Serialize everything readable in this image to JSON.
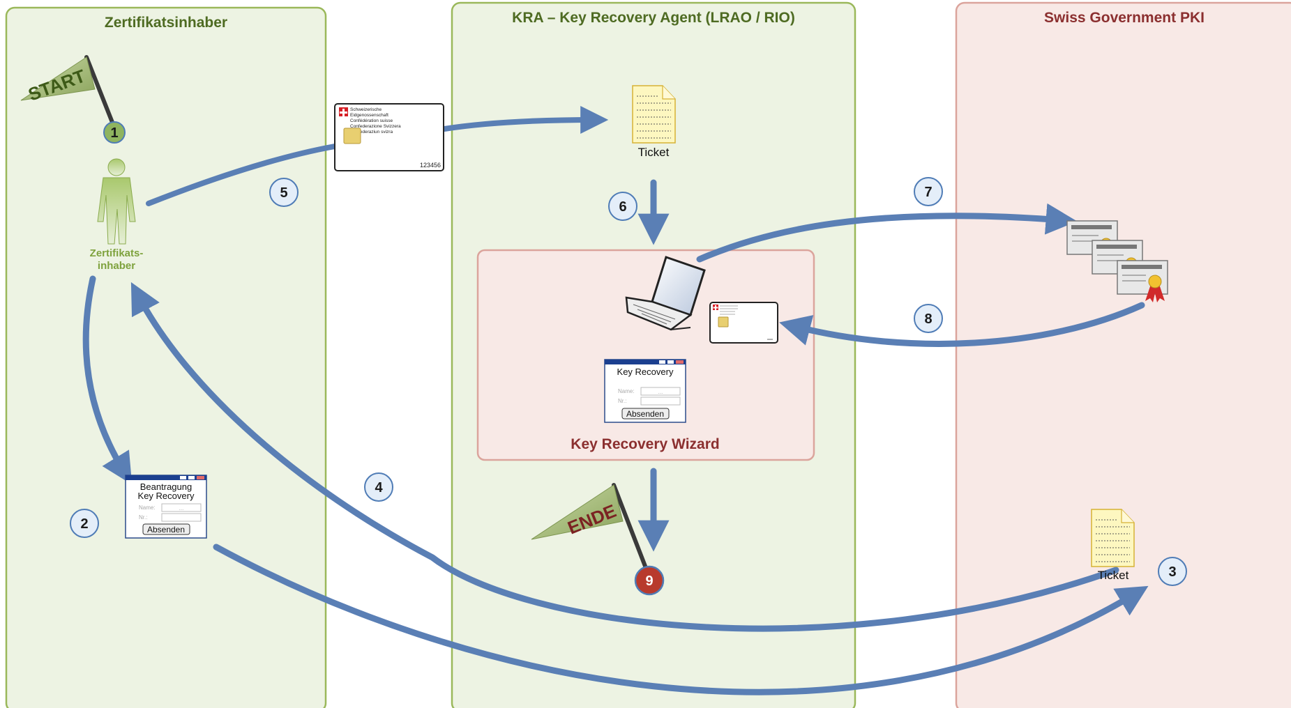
{
  "colors": {
    "lane_green_fill": "#edf3e3",
    "lane_green_border": "#9ab85a",
    "lane_red_fill": "#f8e9e6",
    "lane_red_border": "#dba49c",
    "green_title": "#4e6b22",
    "red_title": "#8b2f2f",
    "arrow": "#5a7fb5",
    "step_circle_fill": "#e4eef9",
    "step_circle_stroke": "#4f7cb6",
    "start_dot": "#8fb45f",
    "end_dot": "#b83a2d",
    "flag": "#9cb36a",
    "person": "#9dbd5e"
  },
  "lanes": {
    "holder": {
      "title": "Zertifikatsinhaber"
    },
    "kra": {
      "title": "KRA – Key Recovery Agent (LRAO / RIO)"
    },
    "pki": {
      "title": "Swiss Government PKI"
    }
  },
  "start_flag": {
    "label": "START",
    "number": "1"
  },
  "end_flag": {
    "label": "ENDE",
    "number": "9"
  },
  "person": {
    "label_line1": "Zertifikats-",
    "label_line2": "inhaber"
  },
  "steps": [
    "2",
    "3",
    "4",
    "5",
    "6",
    "7",
    "8"
  ],
  "id_card": {
    "lines": [
      "Schweizerische",
      "Eidgenossenschaft",
      "Confédération suisse",
      "Confederazione Svizzera",
      "Confederaziun svizra"
    ],
    "number": "123456"
  },
  "ticket_kra": {
    "label": "Ticket"
  },
  "ticket_pki": {
    "label": "Ticket"
  },
  "form_request": {
    "title_line1": "Beantragung",
    "title_line2": "Key Recovery",
    "name_label": "Name:",
    "nr_label": "Nr.:",
    "name_value": "...",
    "button": "Absenden"
  },
  "form_wizard": {
    "title": "Key Recovery",
    "name_label": "Name:",
    "nr_label": "Nr.:",
    "name_value": "...",
    "button": "Absenden"
  },
  "wizard_box": {
    "title": "Key Recovery Wizard"
  }
}
